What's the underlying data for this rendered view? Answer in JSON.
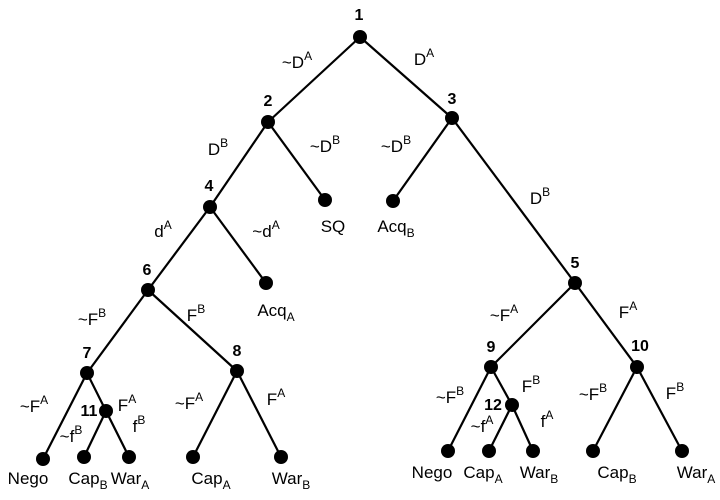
{
  "nodes": [
    {
      "id": "n1",
      "label": "1"
    },
    {
      "id": "n2",
      "label": "2"
    },
    {
      "id": "n3",
      "label": "3"
    },
    {
      "id": "n4",
      "label": "4"
    },
    {
      "id": "n5",
      "label": "5"
    },
    {
      "id": "n6",
      "label": "6"
    },
    {
      "id": "n7",
      "label": "7"
    },
    {
      "id": "n8",
      "label": "8"
    },
    {
      "id": "n9",
      "label": "9"
    },
    {
      "id": "n10",
      "label": "10"
    },
    {
      "id": "n11",
      "label": "11"
    },
    {
      "id": "n12",
      "label": "12"
    }
  ],
  "leaves": [
    {
      "id": "l_sq",
      "base": "SQ",
      "sub": ""
    },
    {
      "id": "l_acqB",
      "base": "Acq",
      "sub": "B"
    },
    {
      "id": "l_acqA",
      "base": "Acq",
      "sub": "A"
    },
    {
      "id": "l_nego1",
      "base": "Nego",
      "sub": ""
    },
    {
      "id": "l_capB1",
      "base": "Cap",
      "sub": "B"
    },
    {
      "id": "l_warA1",
      "base": "War",
      "sub": "A"
    },
    {
      "id": "l_capA1",
      "base": "Cap",
      "sub": "A"
    },
    {
      "id": "l_warB1",
      "base": "War",
      "sub": "B"
    },
    {
      "id": "l_nego2",
      "base": "Nego",
      "sub": ""
    },
    {
      "id": "l_capA2",
      "base": "Cap",
      "sub": "A"
    },
    {
      "id": "l_warB2",
      "base": "War",
      "sub": "B"
    },
    {
      "id": "l_capB2",
      "base": "Cap",
      "sub": "B"
    },
    {
      "id": "l_warA2",
      "base": "War",
      "sub": "A"
    }
  ],
  "moves": [
    {
      "id": "e1_2",
      "base": "~D",
      "sup": "A"
    },
    {
      "id": "e1_3",
      "base": "D",
      "sup": "A"
    },
    {
      "id": "e2_4",
      "base": "D",
      "sup": "B"
    },
    {
      "id": "e2_sq",
      "base": "~D",
      "sup": "B"
    },
    {
      "id": "e3_acqB",
      "base": "~D",
      "sup": "B"
    },
    {
      "id": "e3_5",
      "base": "D",
      "sup": "B"
    },
    {
      "id": "e4_6",
      "base": "d",
      "sup": "A"
    },
    {
      "id": "e4_acqA",
      "base": "~d",
      "sup": "A"
    },
    {
      "id": "e6_7",
      "base": "~F",
      "sup": "B"
    },
    {
      "id": "e6_8",
      "base": "F",
      "sup": "B"
    },
    {
      "id": "e7_nego",
      "base": "~F",
      "sup": "A"
    },
    {
      "id": "e7_11",
      "base": "F",
      "sup": "A"
    },
    {
      "id": "e11_cap",
      "base": "~f",
      "sup": "B"
    },
    {
      "id": "e11_war",
      "base": "f",
      "sup": "B"
    },
    {
      "id": "e8_cap",
      "base": "~F",
      "sup": "A"
    },
    {
      "id": "e8_war",
      "base": "F",
      "sup": "A"
    },
    {
      "id": "e5_9",
      "base": "~F",
      "sup": "A"
    },
    {
      "id": "e5_10",
      "base": "F",
      "sup": "A"
    },
    {
      "id": "e9_nego",
      "base": "~F",
      "sup": "B"
    },
    {
      "id": "e9_12",
      "base": "F",
      "sup": "B"
    },
    {
      "id": "e12_cap",
      "base": "~f",
      "sup": "A"
    },
    {
      "id": "e12_war",
      "base": "f",
      "sup": "A"
    },
    {
      "id": "e10_cap",
      "base": "~F",
      "sup": "B"
    },
    {
      "id": "e10_war",
      "base": "F",
      "sup": "B"
    }
  ]
}
